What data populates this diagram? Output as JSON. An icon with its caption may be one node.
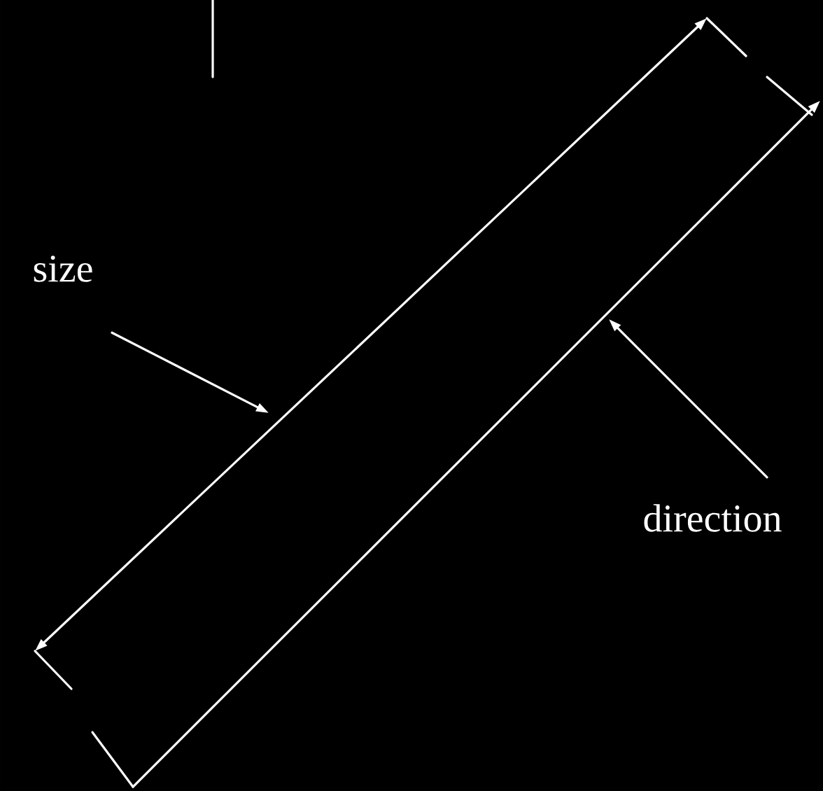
{
  "diagram": {
    "nodes": [
      {
        "text": [
          "size"
        ]
      },
      {
        "text": [
          "direction"
        ]
      }
    ],
    "edges": [
      {
        "from": 0,
        "to": null,
        "arrow": "to"
      },
      {
        "from": 1,
        "to": null,
        "arrow": "to"
      }
    ]
  }
}
